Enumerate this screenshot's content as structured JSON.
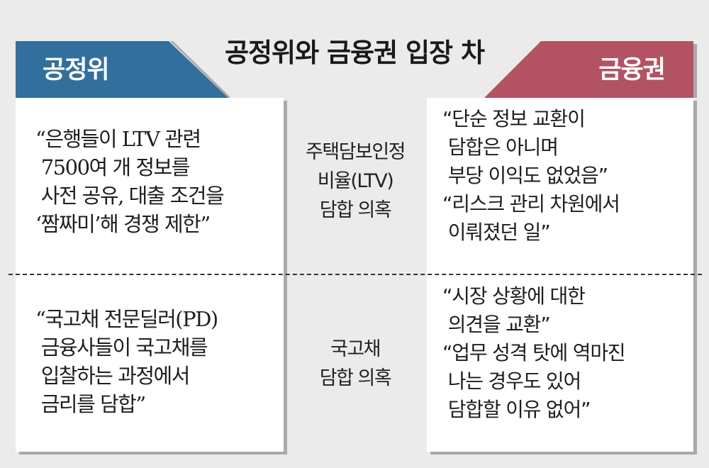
{
  "title": "공정위와 금융권 입장 차",
  "colors": {
    "background": "#ecebec",
    "left_tab": "#326f9c",
    "right_tab": "#b35263",
    "panel": "#ffffff",
    "shadow": "#a9a9ad"
  },
  "left_header": "공정위",
  "right_header": "금융권",
  "rows": [
    {
      "topic": "주택담보인정\n비율(LTV)\n담합 의혹",
      "left_quote": "“은행들이 LTV 관련\n 7500여 개 정보를\n 사전 공유, 대출 조건을\n‘짬짜미’해 경쟁 제한”",
      "right_quote": "“단순 정보 교환이\n 담합은 아니며\n 부당 이익도 없었음”\n“리스크 관리 차원에서\n 이뤄졌던 일”"
    },
    {
      "topic": "국고채\n담합 의혹",
      "left_quote": "“국고채 전문딜러(PD)\n 금융사들이 국고채를\n 입찰하는 과정에서\n 금리를 담합”",
      "right_quote": "“시장 상황에 대한\n 의견을 교환”\n“업무 성격 탓에 역마진\n 나는 경우도 있어\n 담합할 이유 없어”"
    }
  ]
}
